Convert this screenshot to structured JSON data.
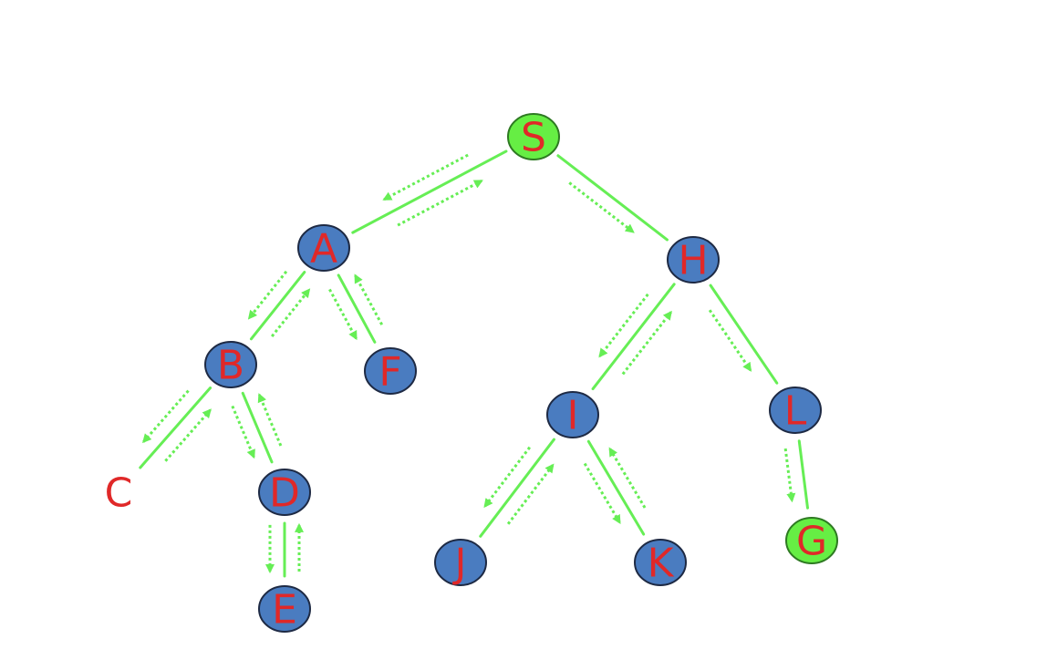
{
  "colors": {
    "edge": "#66ee55",
    "node_fill": "#4a7cc0",
    "node_stroke": "#1e2a44",
    "special_fill": "#66ee44",
    "label": "#e02828"
  },
  "nodes": {
    "S": {
      "label": "S",
      "style": "special"
    },
    "A": {
      "label": "A",
      "style": "normal"
    },
    "H": {
      "label": "H",
      "style": "normal"
    },
    "B": {
      "label": "B",
      "style": "normal"
    },
    "F": {
      "label": "F",
      "style": "normal"
    },
    "C": {
      "label": "C",
      "style": "none"
    },
    "D": {
      "label": "D",
      "style": "normal"
    },
    "E": {
      "label": "E",
      "style": "normal"
    },
    "I": {
      "label": "I",
      "style": "normal"
    },
    "L": {
      "label": "L",
      "style": "normal"
    },
    "J": {
      "label": "J",
      "style": "normal"
    },
    "K": {
      "label": "K",
      "style": "normal"
    },
    "G": {
      "label": "G",
      "style": "special"
    }
  },
  "edges": [
    {
      "from": "S",
      "to": "A"
    },
    {
      "from": "S",
      "to": "H"
    },
    {
      "from": "A",
      "to": "B"
    },
    {
      "from": "A",
      "to": "F"
    },
    {
      "from": "B",
      "to": "C"
    },
    {
      "from": "B",
      "to": "D"
    },
    {
      "from": "D",
      "to": "E"
    },
    {
      "from": "H",
      "to": "I"
    },
    {
      "from": "H",
      "to": "L"
    },
    {
      "from": "I",
      "to": "J"
    },
    {
      "from": "I",
      "to": "K"
    },
    {
      "from": "L",
      "to": "G"
    }
  ],
  "traversal_arrows": [
    {
      "from": "S",
      "to": "A",
      "type": "down"
    },
    {
      "from": "A",
      "to": "S",
      "type": "up"
    },
    {
      "from": "A",
      "to": "B",
      "type": "down"
    },
    {
      "from": "B",
      "to": "A",
      "type": "up"
    },
    {
      "from": "A",
      "to": "F",
      "type": "down"
    },
    {
      "from": "F",
      "to": "A",
      "type": "up"
    },
    {
      "from": "B",
      "to": "C",
      "type": "down"
    },
    {
      "from": "C",
      "to": "B",
      "type": "up"
    },
    {
      "from": "B",
      "to": "D",
      "type": "down"
    },
    {
      "from": "D",
      "to": "B",
      "type": "up"
    },
    {
      "from": "D",
      "to": "E",
      "type": "down"
    },
    {
      "from": "E",
      "to": "D",
      "type": "up"
    },
    {
      "from": "S",
      "to": "H",
      "type": "down"
    },
    {
      "from": "H",
      "to": "I",
      "type": "down"
    },
    {
      "from": "I",
      "to": "H",
      "type": "up"
    },
    {
      "from": "I",
      "to": "J",
      "type": "down"
    },
    {
      "from": "J",
      "to": "I",
      "type": "up"
    },
    {
      "from": "I",
      "to": "K",
      "type": "down"
    },
    {
      "from": "K",
      "to": "I",
      "type": "up"
    },
    {
      "from": "H",
      "to": "L",
      "type": "down"
    },
    {
      "from": "L",
      "to": "G",
      "type": "down"
    }
  ]
}
